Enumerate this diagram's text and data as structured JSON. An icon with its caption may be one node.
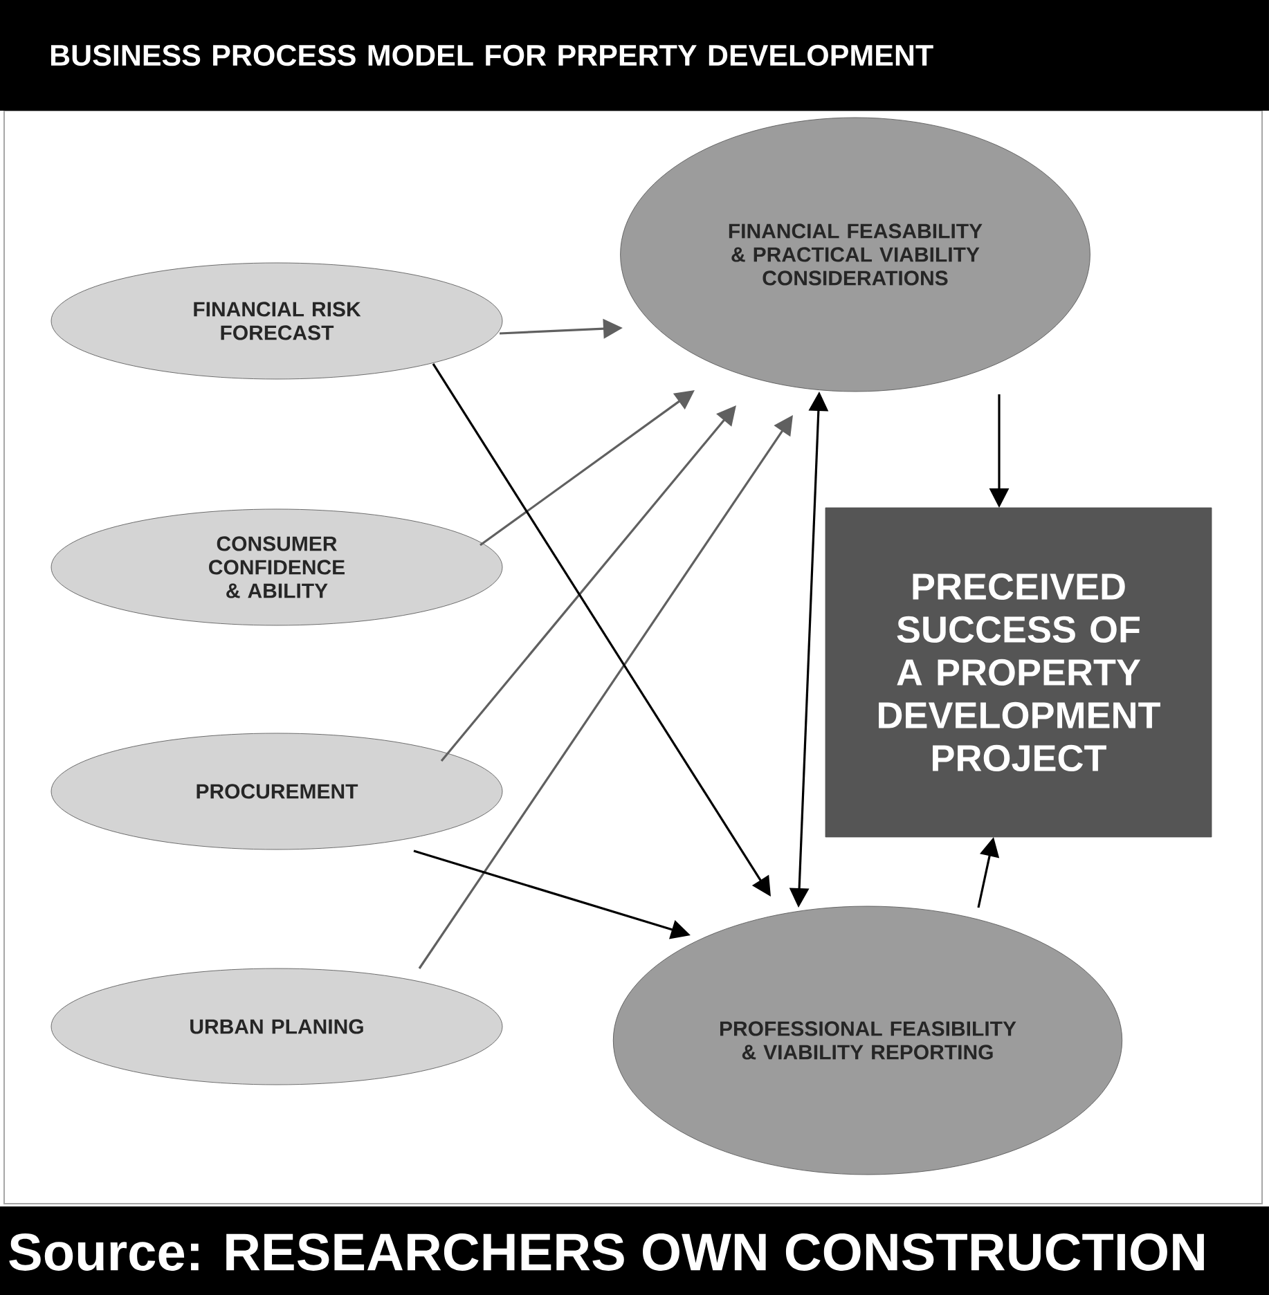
{
  "diagram": {
    "title": "BUSINESS PROCESS MODEL FOR PRPERTY DEVELOPMENT",
    "caption": "Source: RESEARCHERS OWN CONSTRUCTION",
    "nodes": [
      {
        "text": [
          "FINANCIAL RISK FORECAST"
        ]
      },
      {
        "text": [
          "CONSUMER CONFIDENCE & ABILITY"
        ]
      },
      {
        "text": [
          "PROCUREMENT"
        ]
      },
      {
        "text": [
          "URBAN PLANING"
        ]
      },
      {
        "text": [
          "FINANCIAL FEASABILITY & PRACTICAL VIABILITY CONSIDERATIONS"
        ]
      },
      {
        "text": [
          "PRECEIVED SUCCESS OF A PROPERTY DEVELOPMENT PROJECT"
        ]
      },
      {
        "text": [
          "PROFESSIONAL FEASIBILITY & VIABILITY REPORTING"
        ]
      }
    ],
    "edges": [
      {
        "from": 0,
        "to": 4,
        "arrow": "to",
        "color": "#606060"
      },
      {
        "from": 1,
        "to": 4,
        "arrow": "to",
        "color": "#606060"
      },
      {
        "from": 2,
        "to": 4,
        "arrow": "to",
        "color": "#606060"
      },
      {
        "from": 3,
        "to": 4,
        "arrow": "to",
        "color": "#606060"
      },
      {
        "from": 0,
        "to": 6,
        "arrow": "to"
      },
      {
        "from": 2,
        "to": 6,
        "arrow": "to"
      },
      {
        "from": 4,
        "to": 6,
        "arrow": "both"
      },
      {
        "from": 4,
        "to": 5,
        "arrow": "to"
      },
      {
        "from": 6,
        "to": 5,
        "arrow": "to"
      }
    ]
  }
}
